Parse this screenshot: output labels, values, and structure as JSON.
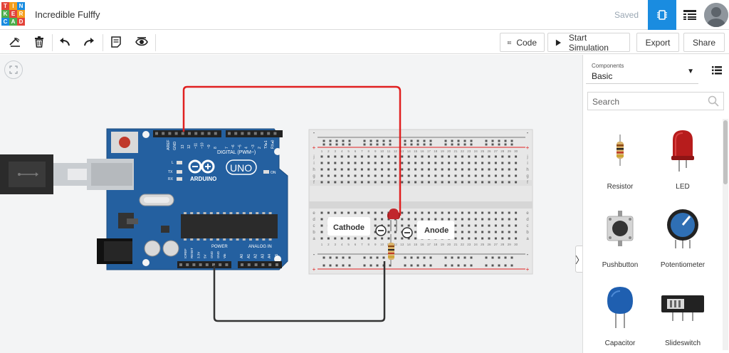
{
  "app": {
    "logo_letters": [
      "T",
      "I",
      "N",
      "K",
      "E",
      "R",
      "C",
      "A",
      "D"
    ],
    "logo_colors": [
      "#e3443a",
      "#f59e1b",
      "#1a8ce0",
      "#4cae4c",
      "#e3443a",
      "#f59e1b",
      "#1a8ce0",
      "#4cae4c",
      "#e3443a"
    ],
    "title": "Incredible Fulffy",
    "saved": "Saved"
  },
  "topbar": {
    "circuit_view": "circuit-view-icon",
    "list_view": "list-view-icon",
    "accent": "#1a8ce0"
  },
  "toolbar": {
    "tools": [
      "rotate-icon",
      "trash-icon",
      "undo-icon",
      "redo-icon",
      "notes-icon",
      "visibility-icon"
    ],
    "code_label": "Code",
    "start_simulation_label": "Start Simulation",
    "export_label": "Export",
    "share_label": "Share"
  },
  "canvas": {
    "labels": {
      "cathode": "Cathode",
      "anode": "Anode"
    },
    "arduino": {
      "brand": "ARDUINO",
      "model": "UNO",
      "digital_label": "DIGITAL (PWM~)",
      "power_label": "POWER",
      "analog_label": "ANALOG IN",
      "on_label": "ON",
      "tx_label": "TX",
      "rx_label": "RX",
      "l_label": "L",
      "aref_label": "AREF",
      "gnd_label": "GND",
      "digital_pins": [
        "13",
        "12",
        "~11",
        "~10",
        "~9",
        "8",
        "7",
        "~6",
        "~5",
        "4",
        "~3",
        "2",
        "TX▸1",
        "RX◂0"
      ],
      "power_pins": [
        "IOREF",
        "RESET",
        "3.3V",
        "5V",
        "GND",
        "GND",
        "Vin"
      ],
      "analog_pins": [
        "A0",
        "A1",
        "A2",
        "A3",
        "A4",
        "A5"
      ]
    },
    "breadboard": {
      "rows_top": [
        "j",
        "i",
        "h",
        "g",
        "f"
      ],
      "rows_bottom": [
        "e",
        "d",
        "c",
        "b",
        "a"
      ],
      "columns": [
        "1",
        "2",
        "3",
        "4",
        "5",
        "6",
        "7",
        "8",
        "9",
        "10",
        "11",
        "12",
        "13",
        "14",
        "15",
        "16",
        "17",
        "18",
        "19",
        "20",
        "21",
        "22",
        "23",
        "24",
        "25",
        "26",
        "27",
        "28",
        "29",
        "30"
      ]
    },
    "wire_colors": {
      "red": "#e02020",
      "black": "#333333"
    }
  },
  "panel": {
    "components_label": "Components",
    "components_value": "Basic",
    "search_placeholder": "Search",
    "items": [
      {
        "name": "Resistor"
      },
      {
        "name": "LED"
      },
      {
        "name": "Pushbutton"
      },
      {
        "name": "Potentiometer"
      },
      {
        "name": "Capacitor"
      },
      {
        "name": "Slideswitch"
      }
    ]
  }
}
